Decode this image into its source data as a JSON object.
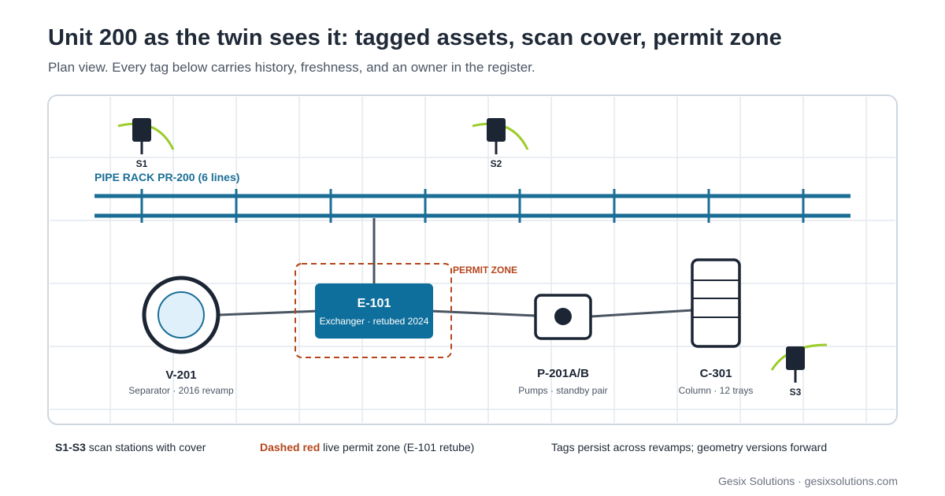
{
  "header": {
    "title": "Unit 200 as the twin sees it: tagged assets, scan cover, permit zone",
    "subtitle": "Plan view. Every tag below carries history, freshness, and an owner in the register."
  },
  "plan": {
    "pipe_rack_label": "PIPE RACK PR-200 (6 lines)",
    "permit_zone_label": "PERMIT ZONE",
    "scan_stations": [
      "S1",
      "S2",
      "S3"
    ],
    "assets": [
      {
        "tag": "V-201",
        "description": "Separator · 2016 revamp"
      },
      {
        "tag": "E-101",
        "description": "Exchanger · retubed 2024"
      },
      {
        "tag": "P-201A/B",
        "description": "Pumps · standby pair"
      },
      {
        "tag": "C-301",
        "description": "Column · 12 trays"
      }
    ]
  },
  "legend": {
    "scan_key": "S1-S3",
    "scan_text": " scan stations with cover",
    "permit_key": "Dashed red",
    "permit_text": " live permit zone (E-101 retube)",
    "note": "Tags persist across revamps; geometry versions forward"
  },
  "footer": "Gesix Solutions · gesixsolutions.com",
  "colors": {
    "pipe": "#1a6e96",
    "exchanger": "#0f6f9c",
    "permit": "#b5451b",
    "scan_cover": "#9ccc2a",
    "dark": "#1c2534",
    "grid": "#e3e9ee",
    "connector": "#4a5563"
  }
}
